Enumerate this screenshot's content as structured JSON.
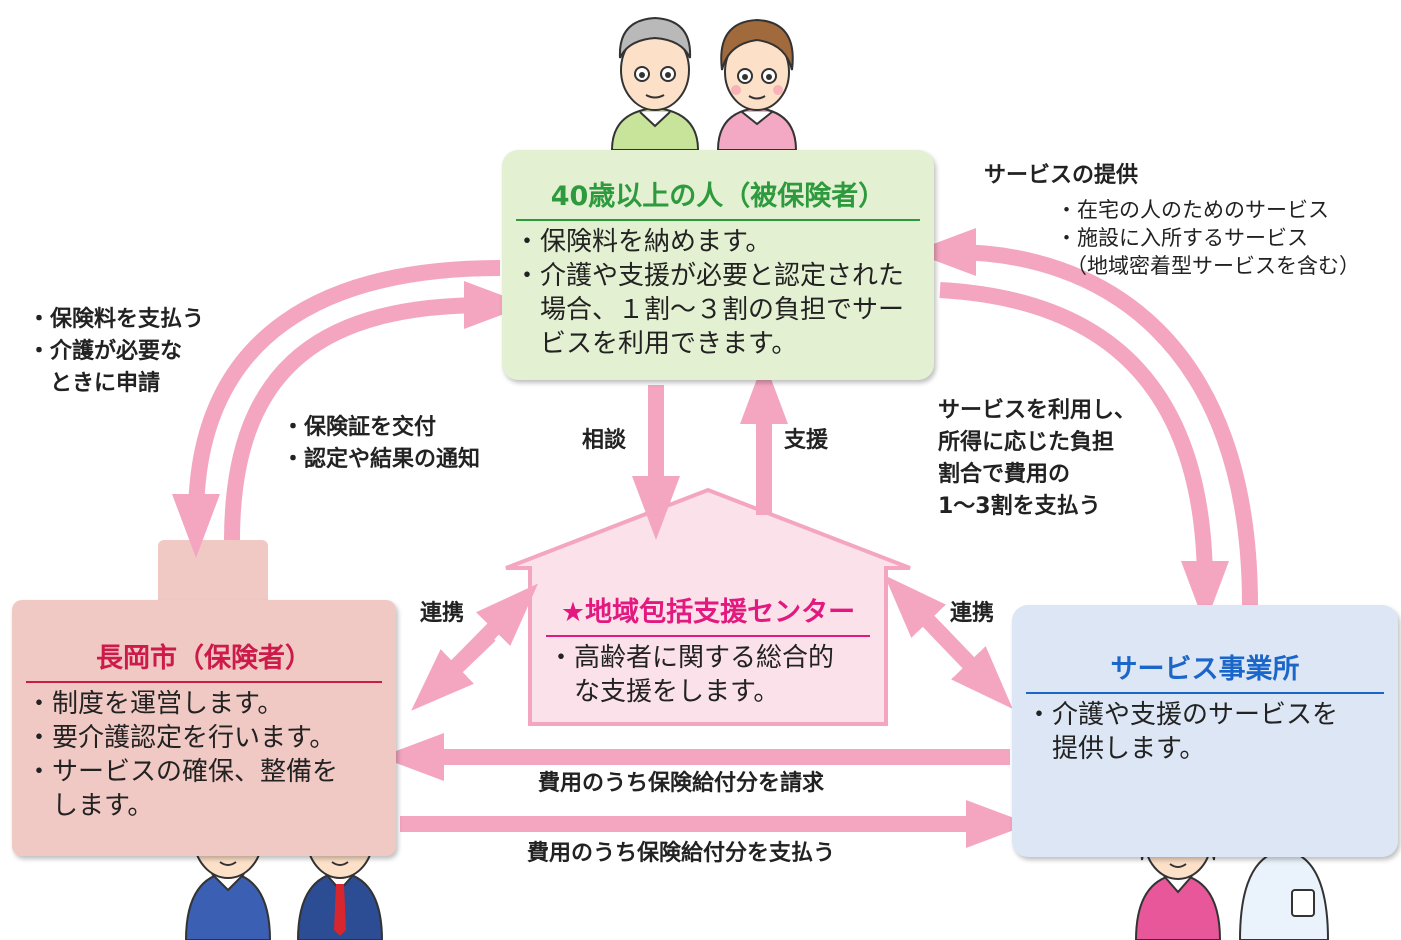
{
  "colors": {
    "arrow": "#f4a6c0",
    "insured_bg": "#e4f0d2",
    "insured_title": "#2e9a3e",
    "city_bg": "#f1c9c4",
    "city_title": "#cc1a4a",
    "center_bg": "#fbe1ea",
    "center_title": "#e2197e",
    "provider_bg": "#dde6f4",
    "provider_title": "#1b66c9"
  },
  "insured": {
    "title": "40歳以上の人（被保険者）",
    "lines": [
      "・保険料を納めます。",
      "・介護や支援が必要と認定された",
      "　場合、１割〜３割の負担でサー",
      "　ビスを利用できます。"
    ]
  },
  "city": {
    "title": "長岡市（保険者）",
    "lines": [
      "・制度を運営します。",
      "・要介護認定を行います。",
      "・サービスの確保、整備を",
      "　します。"
    ]
  },
  "center": {
    "title": "★地域包括支援センター",
    "lines": [
      "・高齢者に関する総合的",
      "　な支援をします。"
    ]
  },
  "provider": {
    "title": "サービス事業所",
    "lines": [
      "・介護や支援のサービスを",
      "　提供します。"
    ]
  },
  "labels": {
    "pay_premium": [
      "・保険料を支払う",
      "・介護が必要な",
      "　ときに申請"
    ],
    "issue_card": [
      "・保険証を交付",
      "・認定や結果の通知"
    ],
    "consult": "相談",
    "support": "支援",
    "service_provide_title": "サービスの提供",
    "service_provide_items": [
      "・在宅の人のためのサービス",
      "・施設に入所するサービス",
      "（地域密着型サービスを含む）"
    ],
    "use_service": [
      "サービスを利用し、",
      "所得に応じた負担",
      "割合で費用の",
      "1〜3割を支払う"
    ],
    "cooperate_left": "連携",
    "cooperate_right": "連携",
    "bill": "費用のうち保険給付分を請求",
    "pay_benefit": "費用のうち保険給付分を支払う"
  },
  "icons": [
    "elderly-man-icon",
    "elderly-woman-icon",
    "city-staff-woman-icon",
    "city-staff-man-icon",
    "provider-staff-woman-icon",
    "provider-staff-man-icon"
  ]
}
